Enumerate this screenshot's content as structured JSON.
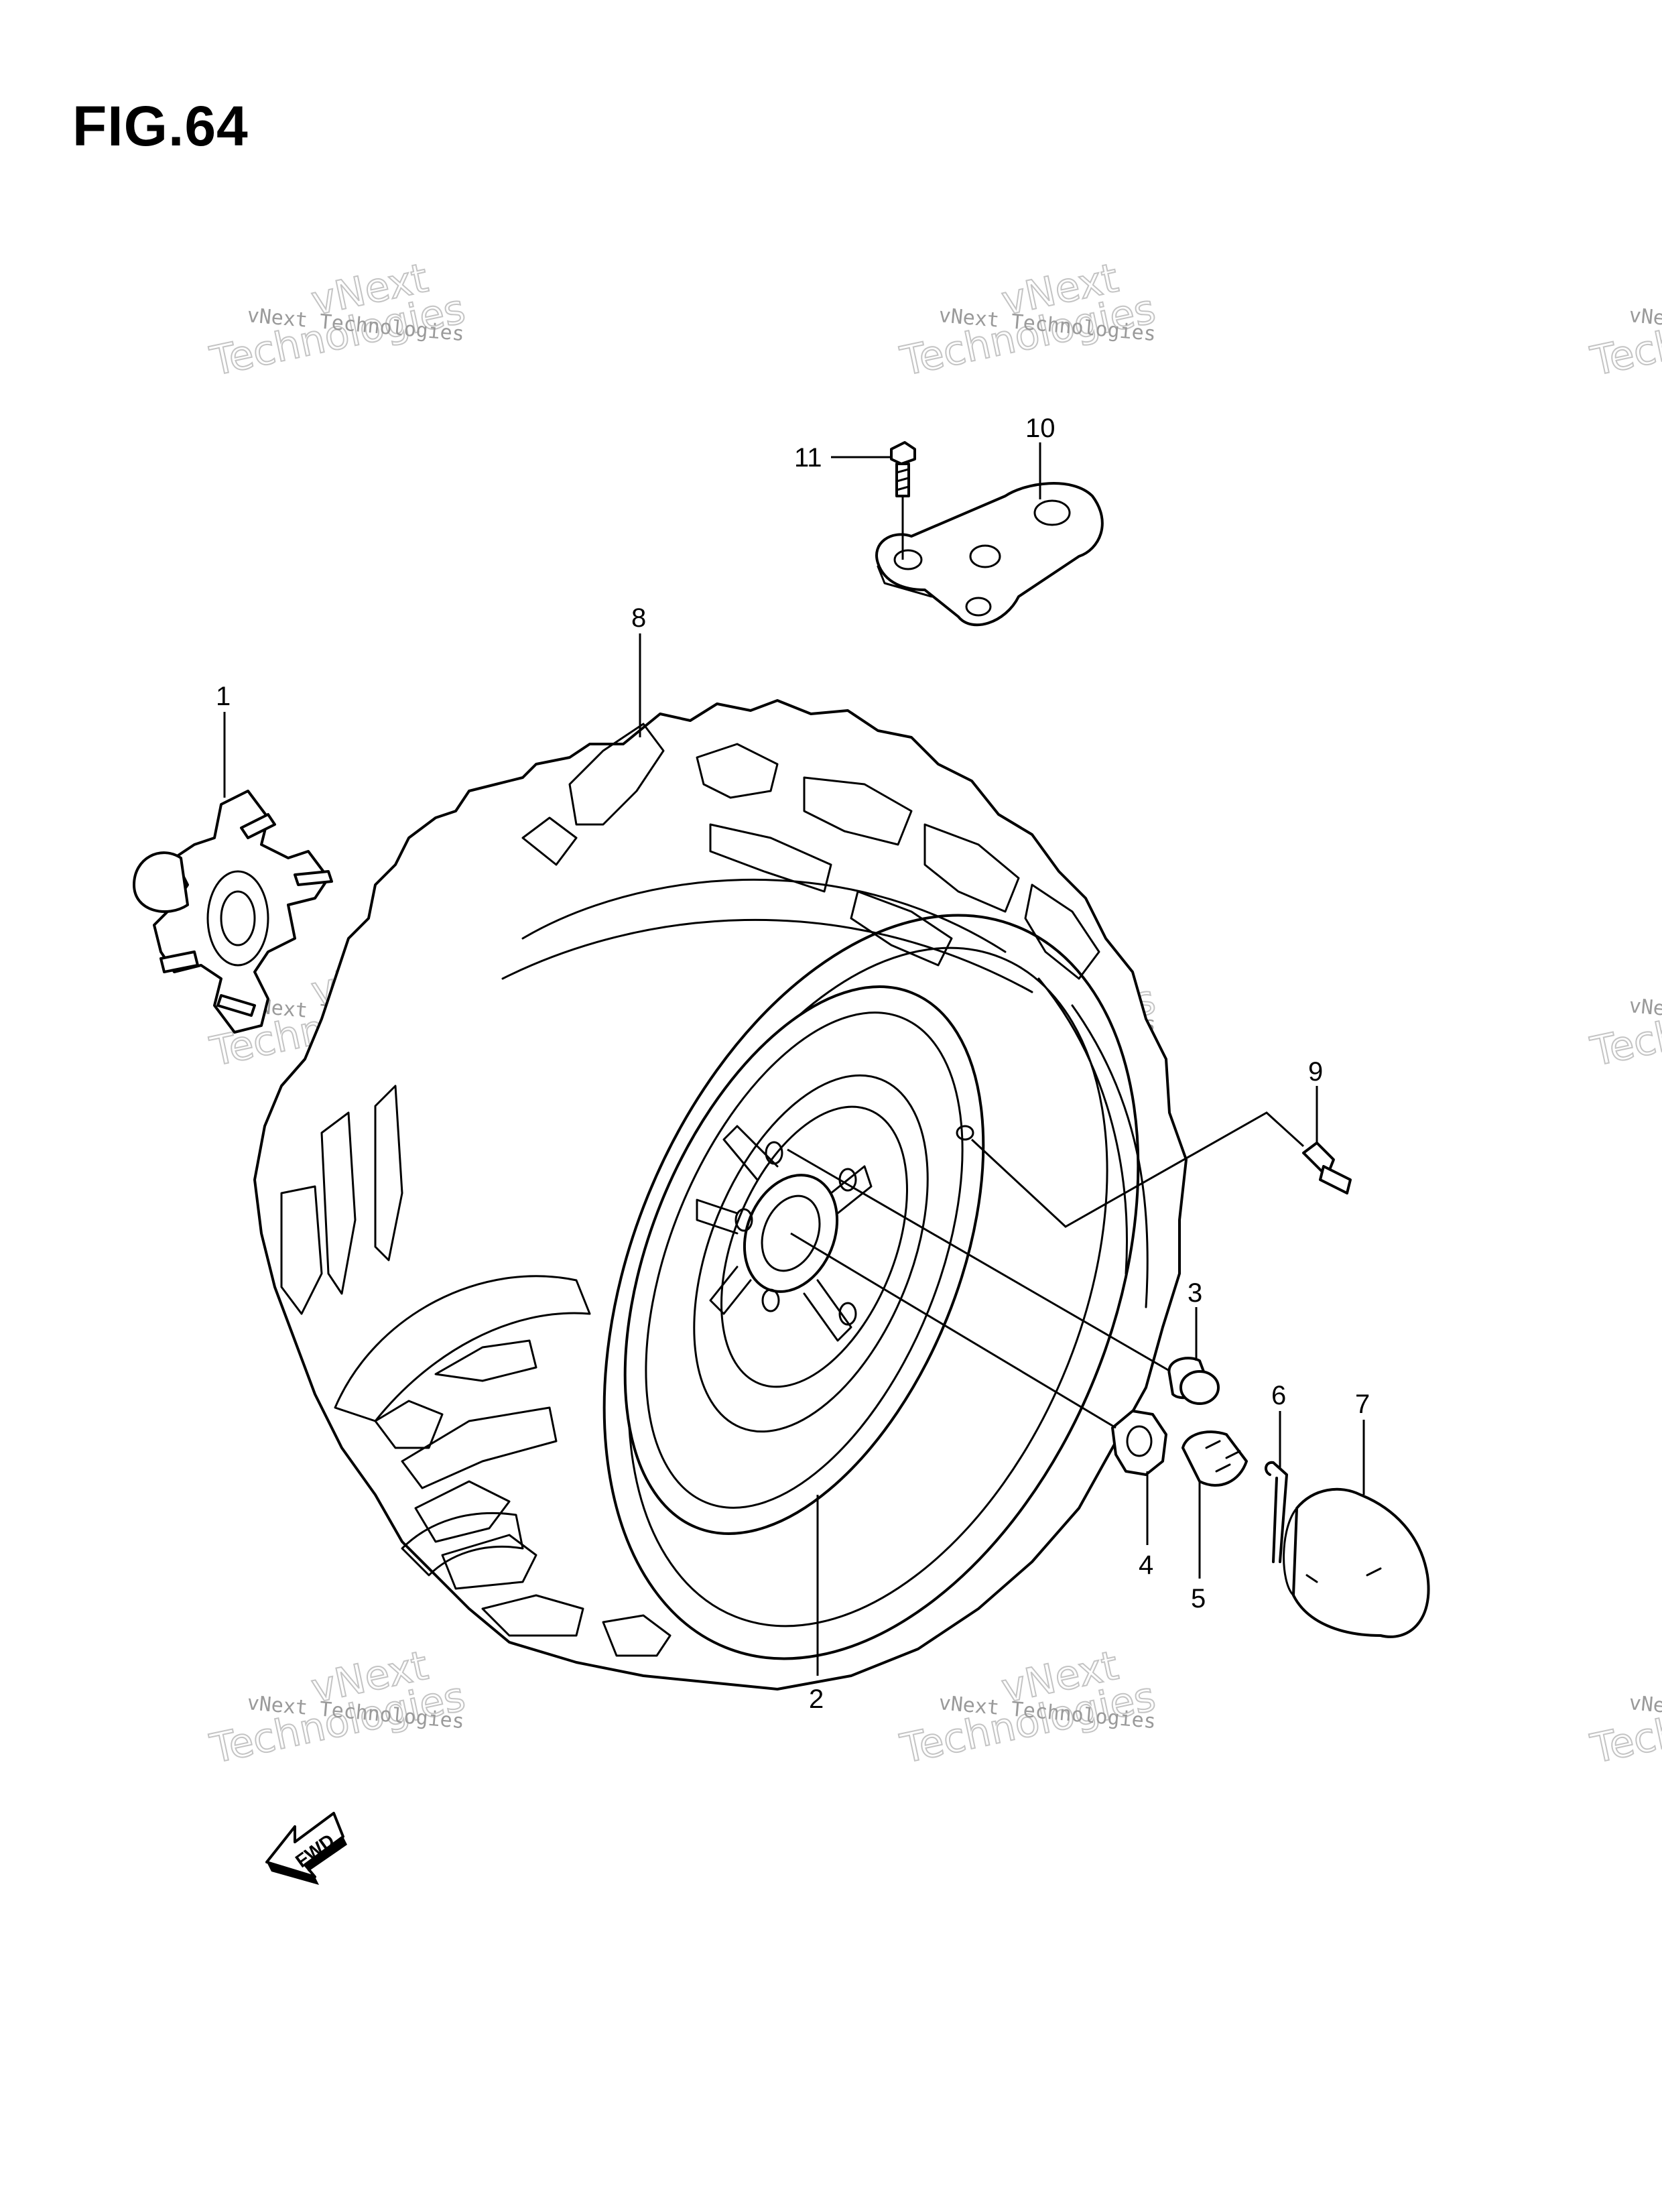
{
  "figure": {
    "title": "FIG.64"
  },
  "callouts": {
    "c1": "1",
    "c2": "2",
    "c3": "3",
    "c4": "4",
    "c5": "5",
    "c6": "6",
    "c7": "7",
    "c8": "8",
    "c9": "9",
    "c10": "10",
    "c11": "11"
  },
  "fwd_label": "FWD",
  "watermark": {
    "line1": "vNext Technologies",
    "line2": "vNext",
    "line3": "Technologies"
  }
}
